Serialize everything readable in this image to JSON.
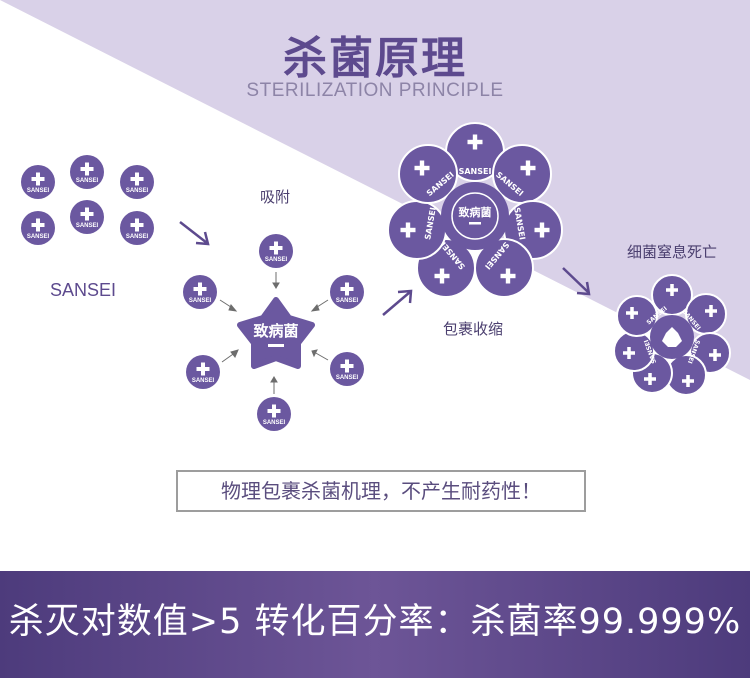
{
  "header": {
    "title": "杀菌原理",
    "subtitle": "STERILIZATION PRINCIPLE"
  },
  "labels": {
    "sansei": "SANSEI",
    "adsorb": "吸附",
    "wrap_shrink": "包裹收缩",
    "bacteria_die": "细菌窒息死亡"
  },
  "badges": {
    "small_text": "SANSEI",
    "pathogen": "致病菌"
  },
  "note": "物理包裹杀菌机理，不产生耐药性！",
  "bottom": "杀灭对数值>5  转化百分率：杀菌率99.999%",
  "colors": {
    "purple": "#6b58a0",
    "dark_purple": "#5d4a8e",
    "light_bg": "#d9d1e8"
  }
}
